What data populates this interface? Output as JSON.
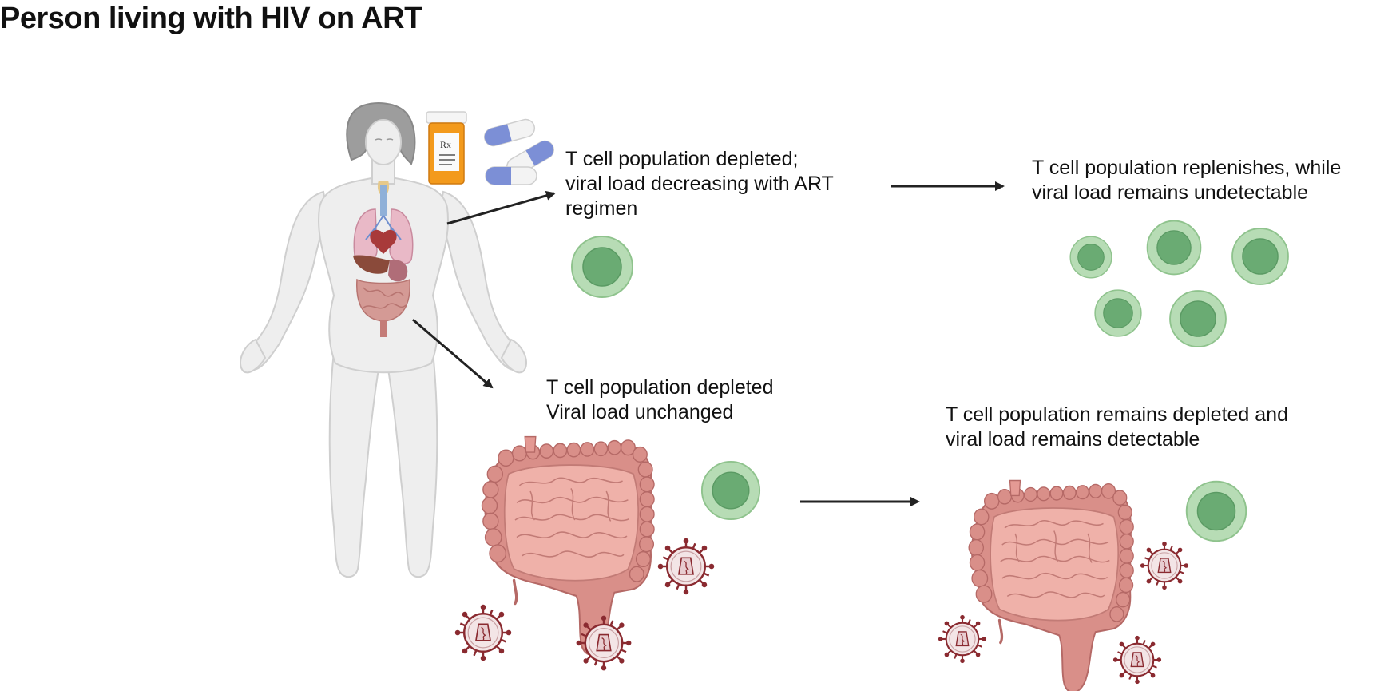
{
  "title": "Person living with HIV on ART",
  "labels": {
    "blood_depleted": {
      "line1": "T cell population depleted;",
      "line2": "viral load decreasing with ART",
      "line3": "regimen"
    },
    "blood_replenished": {
      "line1": "T cell population replenishes, while",
      "line2": "viral load remains undetectable"
    },
    "gut_depleted": {
      "line1": "T cell population depleted",
      "line2": "Viral load unchanged"
    },
    "gut_remains": {
      "line1": "T cell population remains depleted and",
      "line2": "viral load remains detectable"
    }
  },
  "pill_bottle_mark": "Rx",
  "colors": {
    "tcell_outer": "#b7dcb5",
    "tcell_outer_stroke": "#8fc38d",
    "tcell_inner": "#6aab73",
    "intestine": "#d88b86",
    "intestine_dark": "#b66a68",
    "virus": "#8a2a30",
    "body": "#eeeeee",
    "bottle": "#f39a1c",
    "capsule_blue": "#7c8fd6"
  }
}
